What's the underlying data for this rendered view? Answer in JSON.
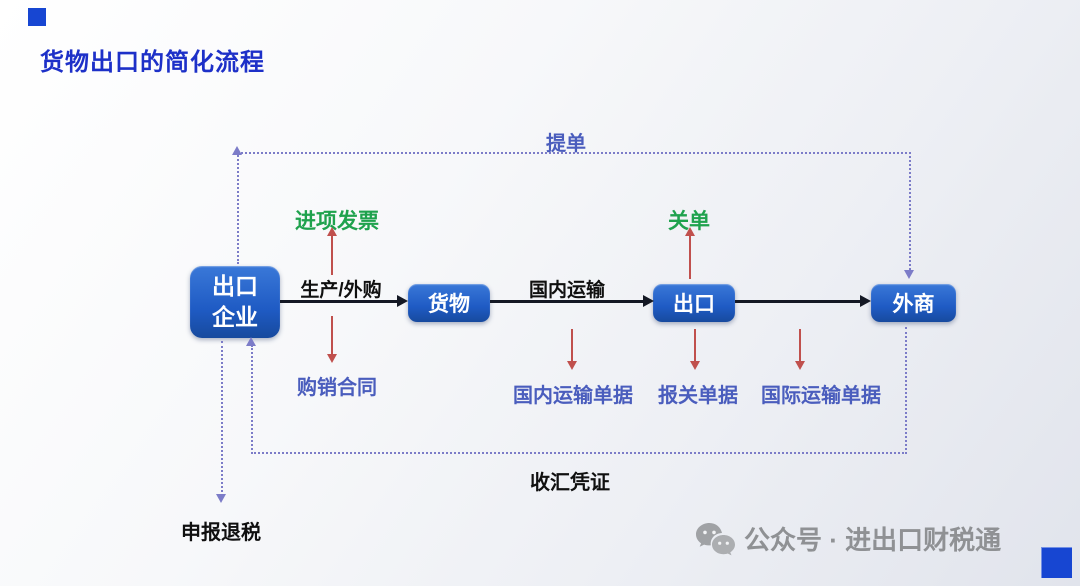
{
  "page": {
    "title": "货物出口的简化流程",
    "watermark": "公众号 · 进出口财税通"
  },
  "nodes": {
    "exporter": "出口\n企业",
    "goods": "货物",
    "export": "出口",
    "foreign": "外商"
  },
  "labels": {
    "bill_of_lading": "提单",
    "input_invoice": "进项发票",
    "customs_form": "关单",
    "production_purchase": "生产/外购",
    "domestic_transport": "国内运输",
    "purchase_contract": "购销合同",
    "domestic_transport_docs": "国内运输单据",
    "customs_docs": "报关单据",
    "intl_transport_docs": "国际运输单据",
    "fx_receipt": "收汇凭证",
    "tax_refund": "申报退税"
  },
  "colors": {
    "title_blue": "#1d30c8",
    "node_blue": "#1f5bc4",
    "node_blue_dark": "#174a9e",
    "label_blue": "#4a5dbd",
    "doc_green": "#1fa24d",
    "arrow_red": "#c0504d",
    "path_purple": "#7c7cc8",
    "flow_dark": "#141824",
    "watermark_gray": "#8f9194",
    "accent_square": "#1746d2"
  }
}
